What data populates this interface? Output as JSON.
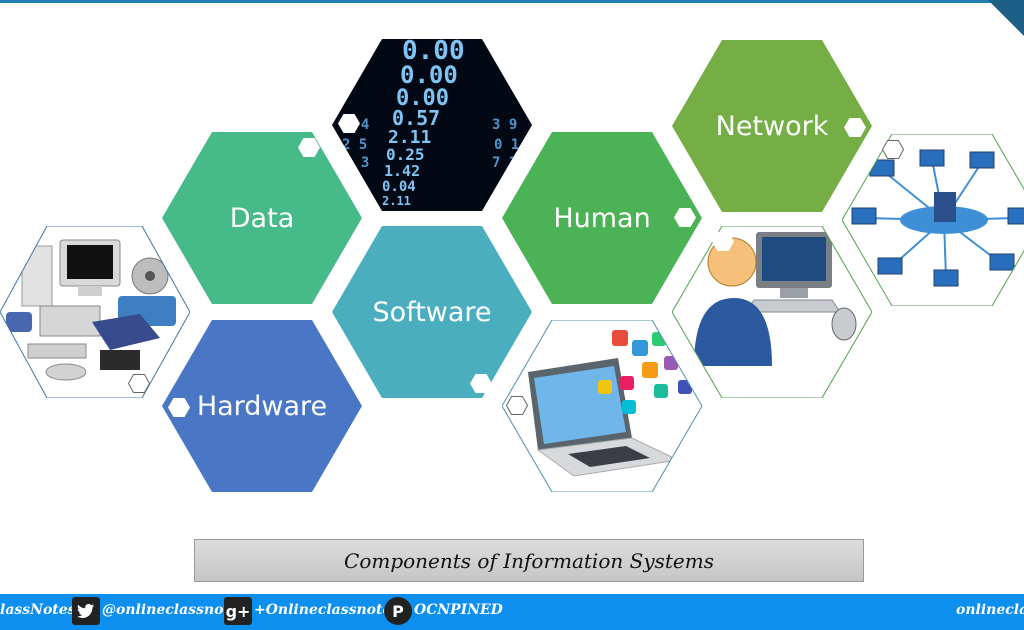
{
  "hexagons": {
    "data": {
      "label": "Data",
      "color": "#47ba8a"
    },
    "hardware": {
      "label": "Hardware",
      "color": "#4a76c6"
    },
    "software": {
      "label": "Software",
      "color": "#4aaebf"
    },
    "human": {
      "label": "Human",
      "color": "#4bb356"
    },
    "network": {
      "label": "Network",
      "color": "#74ae44"
    }
  },
  "images": [
    "hardware-devices-image",
    "binary-code-image",
    "laptop-apps-image",
    "user-computer-image",
    "network-diagram-image"
  ],
  "caption": "Components of Information Systems",
  "footer": {
    "left_text": "lassNotes",
    "twitter": "@onlineclassnote",
    "gplus_glyph": "g+",
    "gplus": "+Onlineclassnotes",
    "pinterest_glyph": "P",
    "pinterest": "OCNPINED",
    "right_text": "onlineclass"
  }
}
